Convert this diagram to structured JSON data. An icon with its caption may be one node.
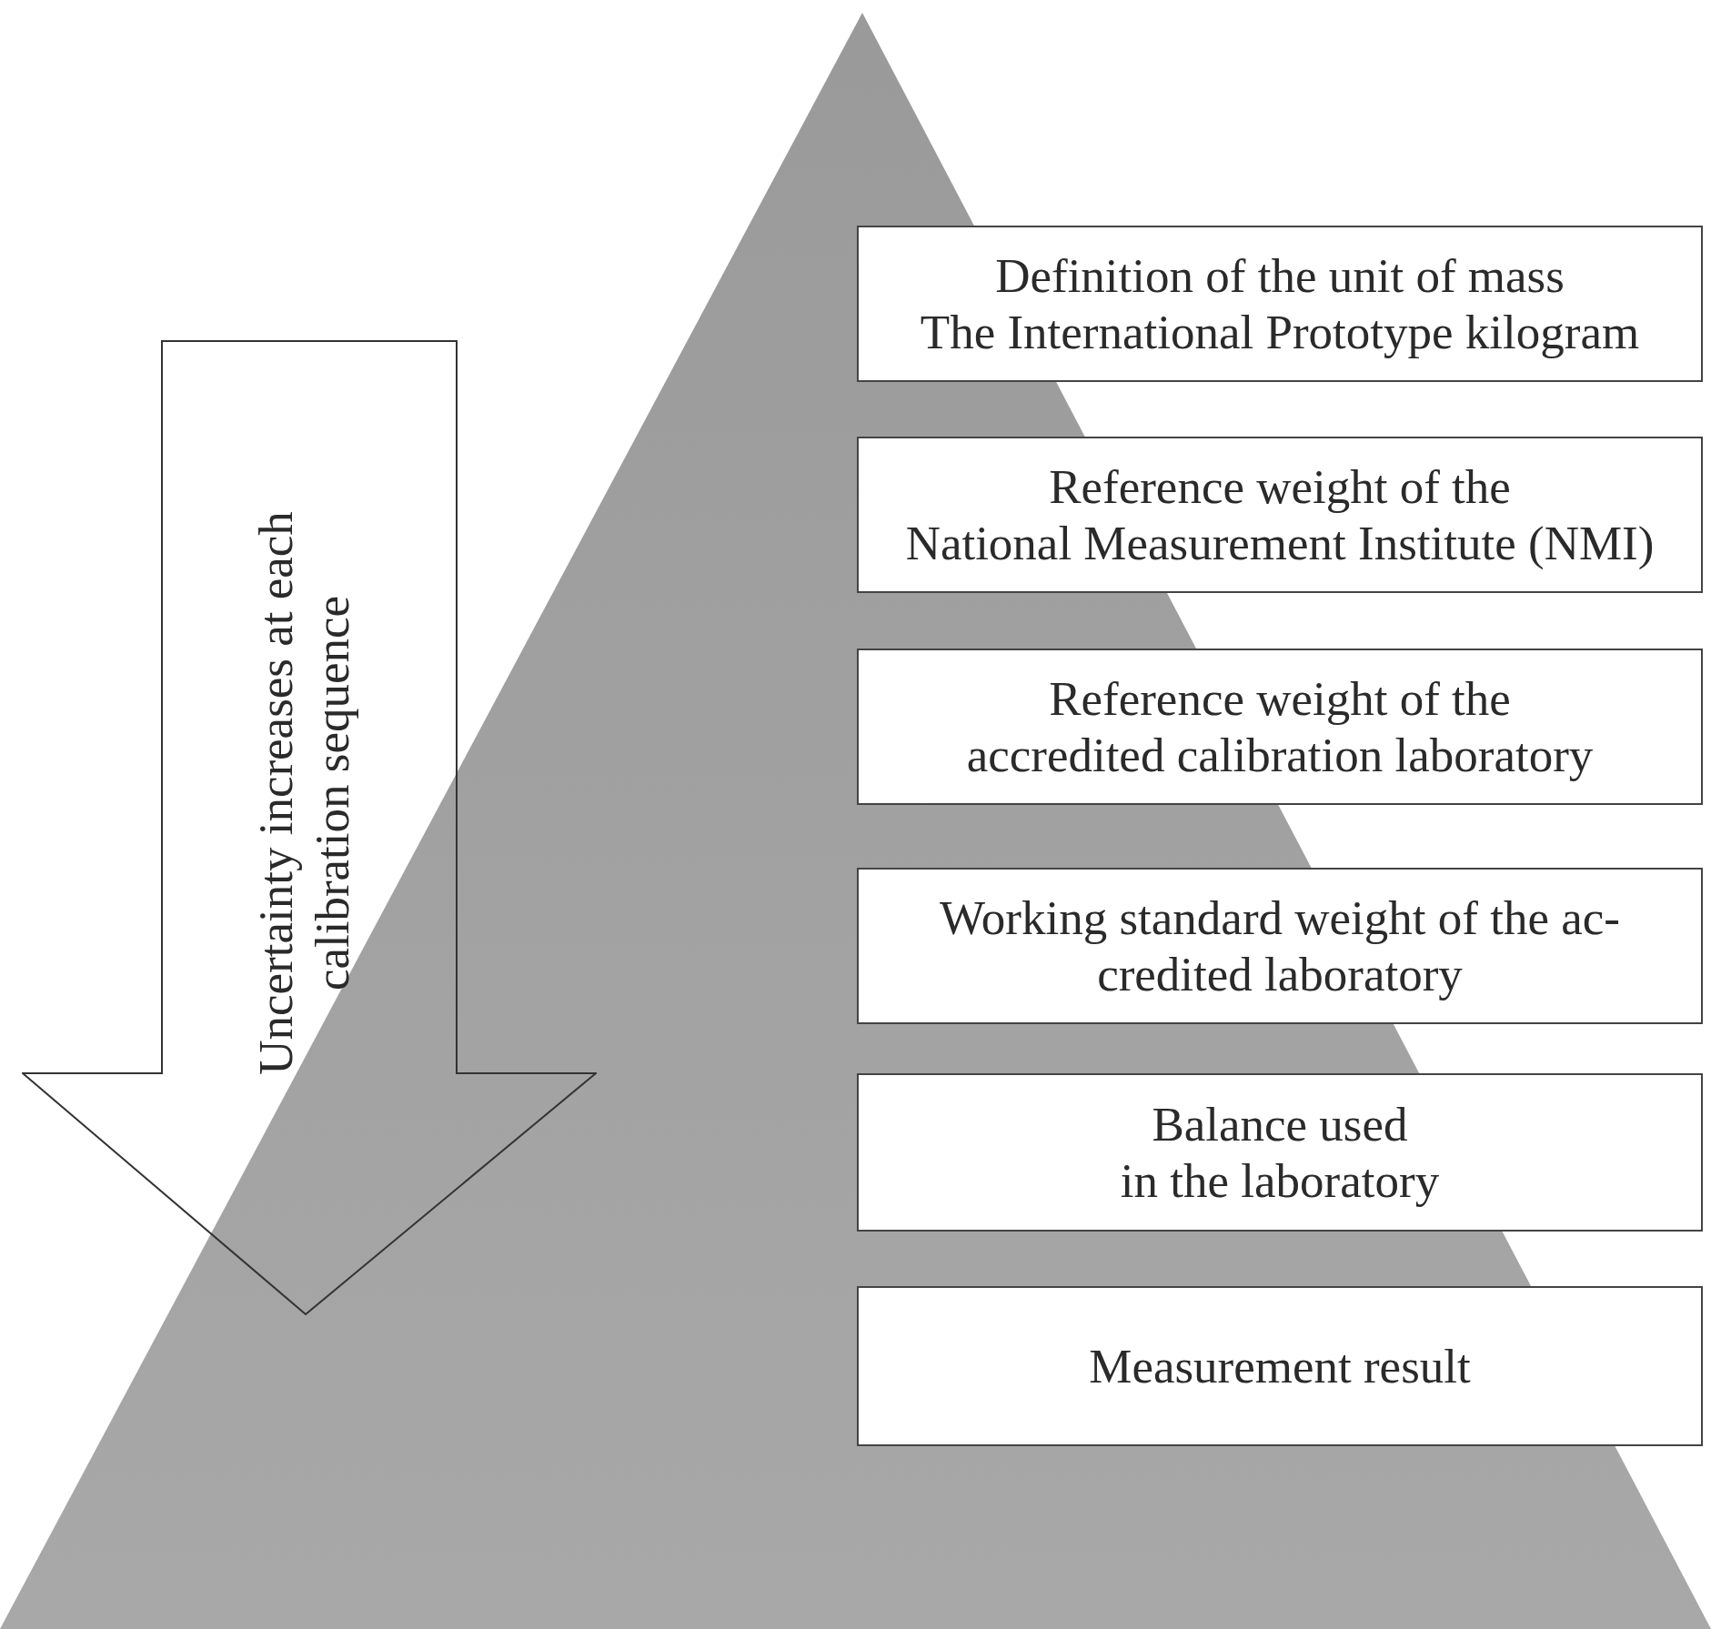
{
  "diagram": {
    "nodes": [
      {
        "text": [
          "Uncertainty increases at each calibration sequence"
        ]
      },
      {
        "text": [
          "Definition of the unit of mass The International Prototype kilogram"
        ]
      },
      {
        "text": [
          "Reference weight of the National Measurement Institute (NMI)"
        ]
      },
      {
        "text": [
          "Reference weight of the accredited calibration laboratory"
        ]
      },
      {
        "text": [
          "Working standard weight of the ac- credited laboratory"
        ]
      },
      {
        "text": [
          "Balance used in the laboratory"
        ]
      },
      {
        "text": [
          "Measurement result"
        ]
      }
    ]
  }
}
